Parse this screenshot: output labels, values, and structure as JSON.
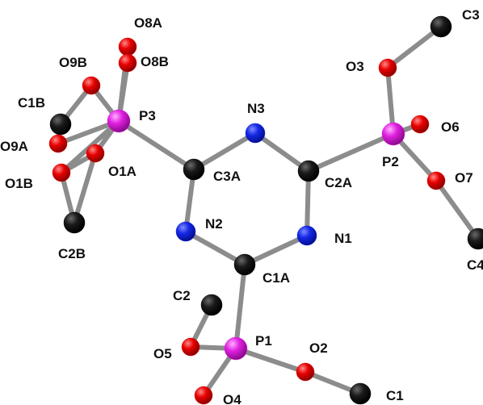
{
  "molecule": {
    "element_colors": {
      "C": "#000000",
      "N": "#0a1ee0",
      "O": "#e00000",
      "P": "#e020e0"
    },
    "bond_color": "#8c8c8c",
    "atoms": [
      {
        "id": "C3",
        "element": "C",
        "label": "C3"
      },
      {
        "id": "O3",
        "element": "O",
        "label": "O3"
      },
      {
        "id": "P2",
        "element": "P",
        "label": "P2"
      },
      {
        "id": "O6",
        "element": "O",
        "label": "O6"
      },
      {
        "id": "O7",
        "element": "O",
        "label": "O7"
      },
      {
        "id": "C4",
        "element": "C",
        "label": "C4"
      },
      {
        "id": "N3",
        "element": "N",
        "label": "N3"
      },
      {
        "id": "C2A",
        "element": "C",
        "label": "C2A"
      },
      {
        "id": "N1",
        "element": "N",
        "label": "N1"
      },
      {
        "id": "C1A",
        "element": "C",
        "label": "C1A"
      },
      {
        "id": "N2",
        "element": "N",
        "label": "N2"
      },
      {
        "id": "C3A",
        "element": "C",
        "label": "C3A"
      },
      {
        "id": "P3",
        "element": "P",
        "label": "P3"
      },
      {
        "id": "O8A",
        "element": "O",
        "label": "O8A"
      },
      {
        "id": "O8B",
        "element": "O",
        "label": "O8B"
      },
      {
        "id": "O9B",
        "element": "O",
        "label": "O9B"
      },
      {
        "id": "C1B",
        "element": "C",
        "label": "C1B"
      },
      {
        "id": "O9A",
        "element": "O",
        "label": "O9A"
      },
      {
        "id": "O1A",
        "element": "O",
        "label": "O1A"
      },
      {
        "id": "O1B",
        "element": "O",
        "label": "O1B"
      },
      {
        "id": "C2B",
        "element": "C",
        "label": "C2B"
      },
      {
        "id": "P1",
        "element": "P",
        "label": "P1"
      },
      {
        "id": "C2",
        "element": "C",
        "label": "C2"
      },
      {
        "id": "O5",
        "element": "O",
        "label": "O5"
      },
      {
        "id": "O2",
        "element": "O",
        "label": "O2"
      },
      {
        "id": "C1",
        "element": "C",
        "label": "C1"
      },
      {
        "id": "O4",
        "element": "O",
        "label": "O4"
      }
    ],
    "bonds": [
      [
        "C3",
        "O3"
      ],
      [
        "O3",
        "P2"
      ],
      [
        "P2",
        "O6"
      ],
      [
        "P2",
        "O7"
      ],
      [
        "O7",
        "C4"
      ],
      [
        "P2",
        "C2A"
      ],
      [
        "C2A",
        "N3"
      ],
      [
        "C2A",
        "N1"
      ],
      [
        "N3",
        "C3A"
      ],
      [
        "N1",
        "C1A"
      ],
      [
        "C1A",
        "N2"
      ],
      [
        "N2",
        "C3A"
      ],
      [
        "C3A",
        "P3"
      ],
      [
        "P3",
        "O8A"
      ],
      [
        "P3",
        "O8B"
      ],
      [
        "P3",
        "O9B"
      ],
      [
        "O9B",
        "C1B"
      ],
      [
        "P3",
        "O9A"
      ],
      [
        "O9A",
        "C1B"
      ],
      [
        "P3",
        "O1A"
      ],
      [
        "O1A",
        "O1B"
      ],
      [
        "P3",
        "O1B"
      ],
      [
        "O1B",
        "C2B"
      ],
      [
        "O1A",
        "C2B"
      ],
      [
        "C1A",
        "P1"
      ],
      [
        "P1",
        "O5"
      ],
      [
        "O5",
        "C2"
      ],
      [
        "P1",
        "O2"
      ],
      [
        "O2",
        "C1"
      ],
      [
        "P1",
        "O4"
      ]
    ]
  }
}
